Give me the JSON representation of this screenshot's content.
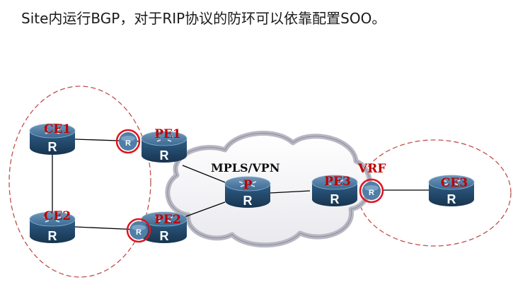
{
  "title": "Site内运行BGP，对于RIP协议的防环可以依靠配置SOO。",
  "diagram": {
    "cloud_label": "MPLS/VPN",
    "vrf_label": "VRF",
    "router_letter": "R",
    "nodes": [
      {
        "label": "CE1"
      },
      {
        "label": "CE2"
      },
      {
        "label": "PE1"
      },
      {
        "label": "PE2"
      },
      {
        "label": "P"
      },
      {
        "label": "PE3"
      },
      {
        "label": "CE3"
      }
    ]
  }
}
